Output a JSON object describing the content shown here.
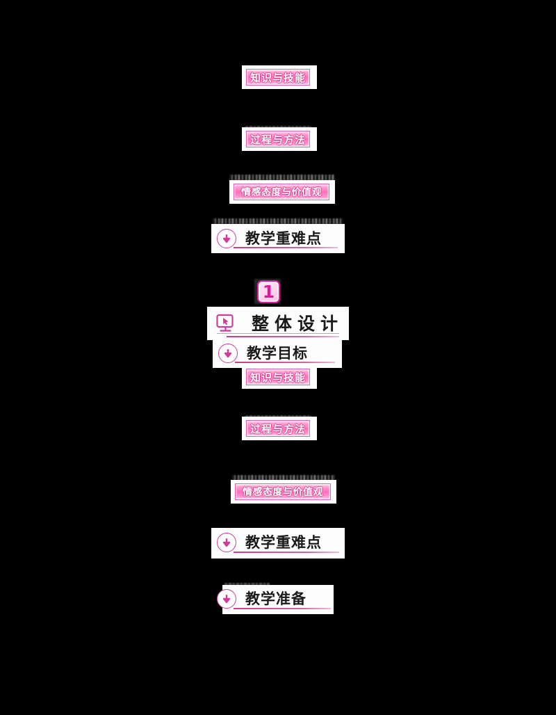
{
  "document": {
    "background_color": "#000000",
    "page_color": "#fdfdfd",
    "accent_color": "#d5399a",
    "chip_color": "#ff6fbb"
  },
  "chapter": {
    "number": "1",
    "title": "整体设计",
    "icon": "monitor-cursor-icon"
  },
  "sections": [
    {
      "label": "教学目标",
      "icon": "circle-down-arrow-icon"
    },
    {
      "label": "教学重难点",
      "icon": "circle-down-arrow-icon"
    },
    {
      "label": "教学准备",
      "icon": "circle-down-arrow-icon"
    }
  ],
  "objectives": [
    {
      "label": "知识与技能"
    },
    {
      "label": "过程与方法"
    },
    {
      "label": "情感态度与价值观"
    }
  ],
  "top_fragment": {
    "objectives": [
      {
        "label": "知识与技能"
      },
      {
        "label": "过程与方法"
      },
      {
        "label": "情感态度与价值观"
      }
    ],
    "section": {
      "label": "教学重难点",
      "icon": "circle-down-arrow-icon"
    }
  },
  "bottom_fragment": {
    "objectives": [
      {
        "label": "知识与技能"
      },
      {
        "label": "过程与方法"
      },
      {
        "label": "情感态度与价值观"
      }
    ],
    "sections": [
      {
        "label": "教学重难点",
        "icon": "circle-down-arrow-icon"
      },
      {
        "label": "教学准备",
        "icon": "circle-down-arrow-icon"
      }
    ]
  }
}
